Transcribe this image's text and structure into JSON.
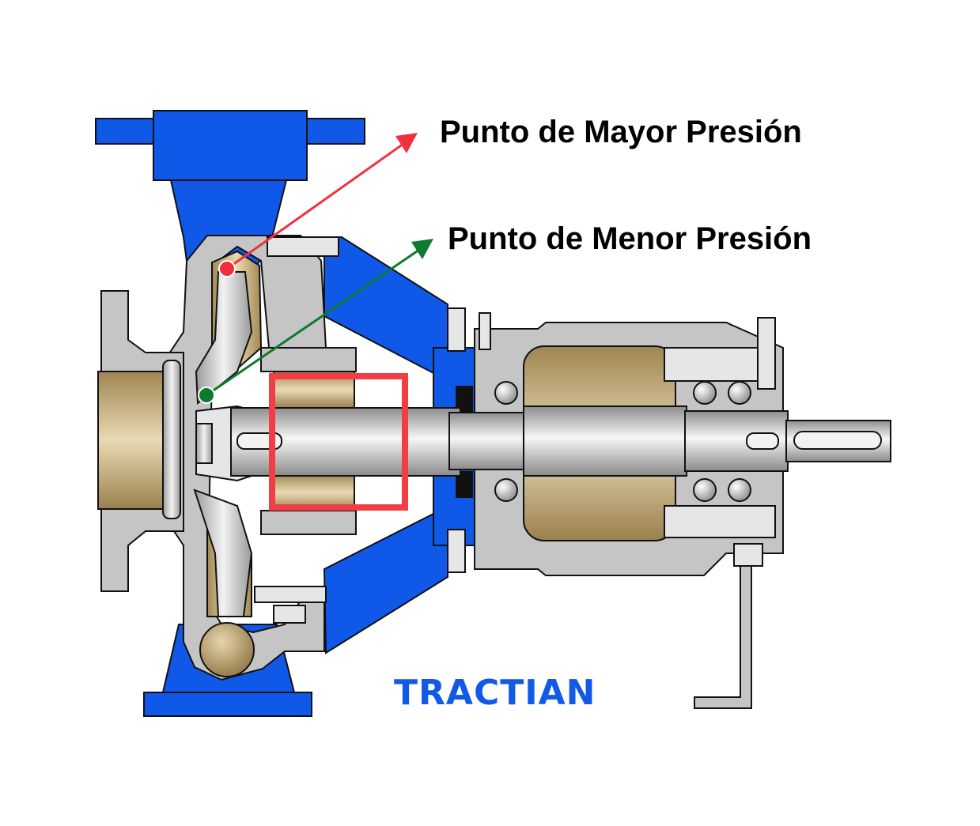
{
  "annotations": {
    "high_pressure": {
      "label": "Punto de Mayor Presión",
      "color": "#f0303f"
    },
    "low_pressure": {
      "label": "Punto de Menor Presión",
      "color": "#0e7a2e"
    }
  },
  "brand": {
    "name": "TRACTIAN",
    "color": "#1259e6"
  },
  "highlight": {
    "color": "#f23d45"
  },
  "palette": {
    "casing_blue": "#1058e8",
    "outline": "#111111",
    "metal_grey": "#c5c5c5",
    "metal_light": "#e6e6e6",
    "bronze": "#b9a16d",
    "bronze_light": "#e3d2a6"
  }
}
